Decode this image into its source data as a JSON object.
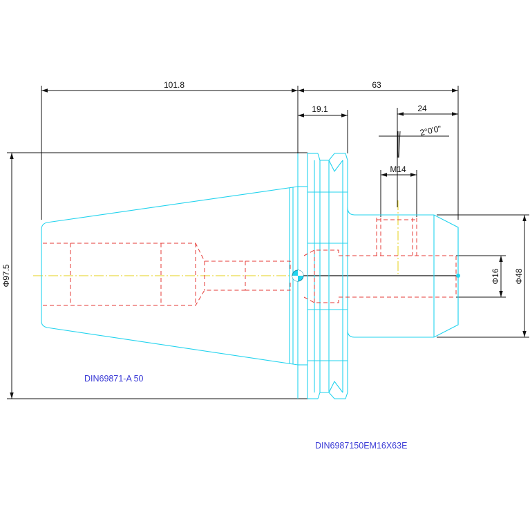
{
  "drawing": {
    "dimensions": {
      "overall_taper": "101.8",
      "front_length": "63",
      "flange_width": "19.1",
      "nose_length": "24",
      "taper_angle": "2°0'0\"",
      "thread": "M14",
      "bore_diameter": "Φ16",
      "nose_diameter": "Φ48",
      "flange_diameter": "Φ97.5"
    },
    "labels": {
      "shank_standard": "DIN69871-A 50",
      "part_number": "DIN6987150EM16X63E"
    },
    "colors": {
      "outline": "#22d3ee",
      "hidden": "#e53935",
      "centerline": "#e6d21a",
      "dimension": "#111111",
      "note": "#3b3bd6"
    }
  }
}
